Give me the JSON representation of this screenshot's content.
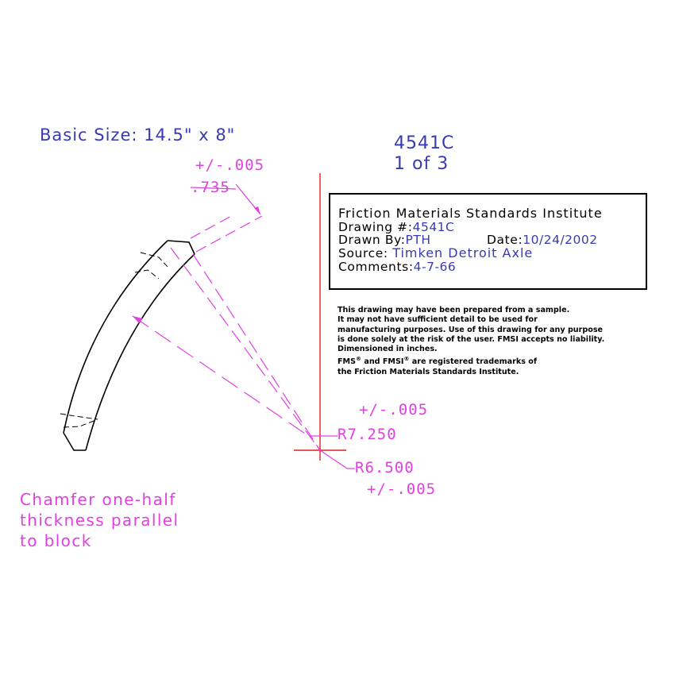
{
  "basic_size": "Basic Size: 14.5\" x 8\"",
  "drawing_label": "4541C",
  "sheet_label": "1 of 3",
  "tolerance_top": "+/-.005",
  "thickness_dim": ".735",
  "title_block": {
    "org": "Friction Materials Standards Institute",
    "drawing_no_label": "Drawing #:",
    "drawing_no_value": "4541C",
    "drawn_by_label": "Drawn By:",
    "drawn_by_value": "PTH",
    "date_label": "Date:",
    "date_value": "10/24/2002",
    "source_label": "Source:",
    "source_value": "Timken Detroit Axle",
    "comments_label": "Comments:",
    "comments_value": "4-7-66"
  },
  "disclaimer": {
    "line1": "This drawing may have been prepared from a sample.",
    "line2": "It may not have sufficient detail to be used for",
    "line3": "manufacturing purposes.  Use of this drawing for any purpose",
    "line4": "is done solely at the risk of the user. FMSI accepts no liability.",
    "line5": "Dimensioned in inches.",
    "line6a": "FMS",
    "line6b": " and FMSI",
    "line6c": " are registered trademarks of",
    "reg_mark": "®",
    "line7": "the Friction Materials Standards Institute."
  },
  "outer_radius": {
    "tolerance": "+/-.005",
    "value": "R7.250"
  },
  "inner_radius": {
    "value": "R6.500",
    "tolerance": "+/-.005"
  },
  "chamfer_note": {
    "line1": "Chamfer one-half",
    "line2": "thickness parallel",
    "line3": "to block"
  },
  "colors": {
    "dimension": "#e040e0",
    "annotation": "#3a3ab0",
    "centerline": "#e02020",
    "outline": "#000000"
  }
}
